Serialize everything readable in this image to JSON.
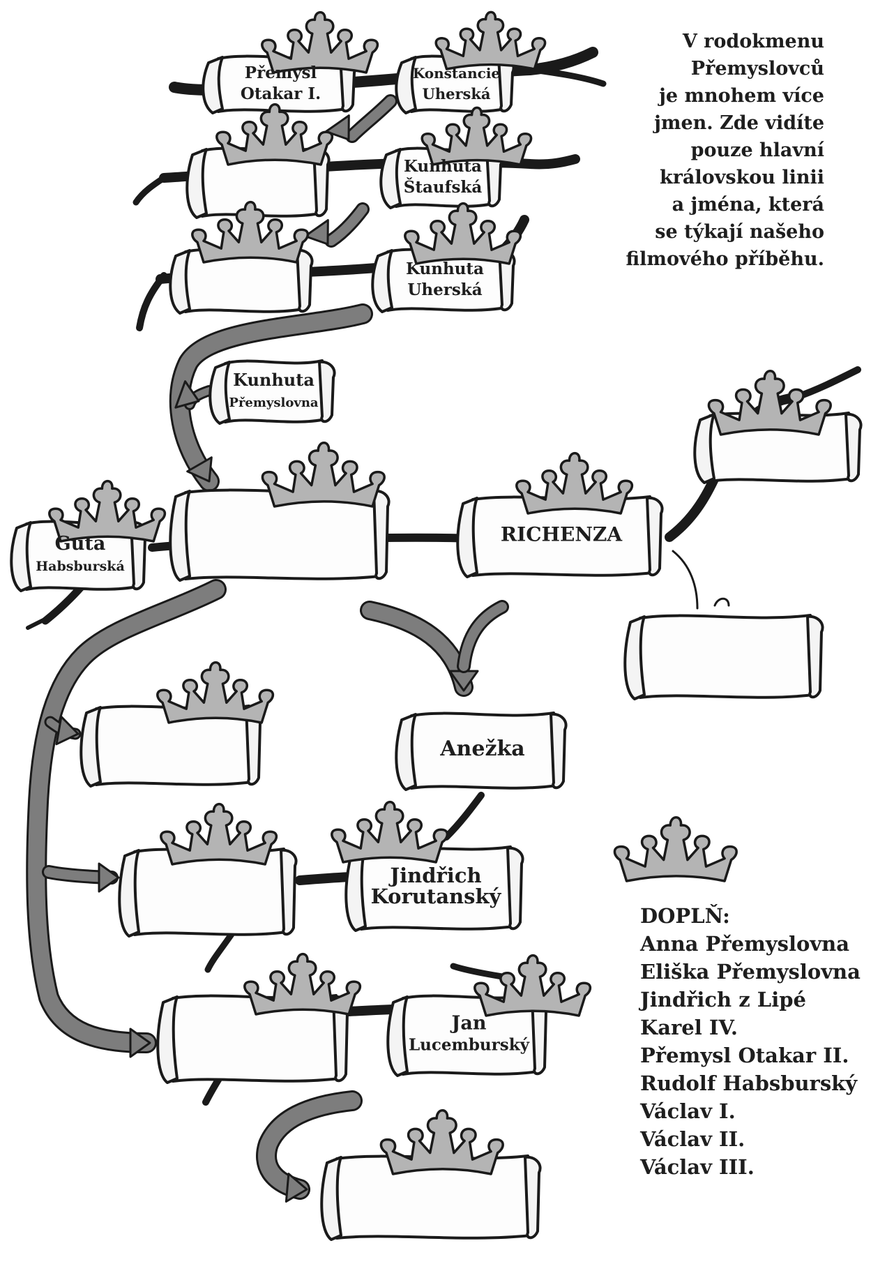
{
  "intro_lines": [
    "V rodokmenu",
    "Přemyslovců",
    "je mnohem více",
    "jmen. Zde vidíte",
    "pouze hlavní",
    "královskou linii",
    "a jména, která",
    "se týkají našeho",
    "filmového příběhu."
  ],
  "scrolls": {
    "premysl_otakar_1": [
      "Přemysl",
      "Otakar I."
    ],
    "konstancie": [
      "Konstancie",
      "Uherská"
    ],
    "kunhuta_staufska": [
      "Kunhuta",
      "Štaufská"
    ],
    "kunhuta_uherska": [
      "Kunhuta",
      "Uherská"
    ],
    "kunhuta_premyslovna": [
      "Kunhuta",
      "Přemyslovna"
    ],
    "guta": [
      "Guta",
      "Habsburská"
    ],
    "richenza": [
      "RICHENZA"
    ],
    "anezka": [
      "Anežka"
    ],
    "jindrich_korutansky": [
      "Jindřich",
      "Korutanský"
    ],
    "jan_lucembursky": [
      "Jan",
      "Lucemburský"
    ]
  },
  "legend": {
    "heading": "DOPLŇ:",
    "names": [
      "Anna Přemyslovna",
      "Eliška Přemyslovna",
      "Jindřich z Lipé",
      "Karel IV.",
      "Přemysl Otakar II.",
      "Rudolf Habsburský",
      "Václav I.",
      "Václav II.",
      "Václav III."
    ]
  },
  "colors": {
    "ink": "#1a1a1a",
    "arrow": "#7d7d7d",
    "crown": "#b4b4b4",
    "paper": "#ffffff"
  }
}
